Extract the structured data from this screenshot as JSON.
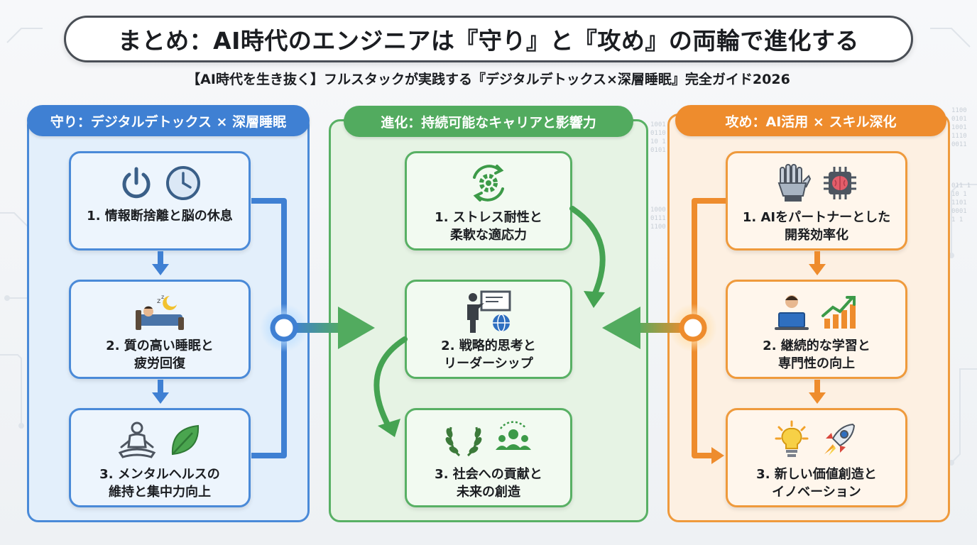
{
  "title": "まとめ：AI時代のエンジニアは『守り』と『攻め』の両輪で進化する",
  "subtitle": "【AI時代を生き抜く】フルスタックが実践する『デジタルデトックス×深層睡眠』完全ガイド2026",
  "background_binary": [
    "1100\n0101\n1001\n1110\n0011",
    "011 1\n10 1\n1101\n0001\n1 1",
    "1001\n0110\n10 1\n0101",
    "1000\n0111\n1100"
  ],
  "colors": {
    "protect": "#3f80d3",
    "evolve": "#52ab5f",
    "attack": "#ee8c2d",
    "title_border": "#4a4f56"
  },
  "columns": {
    "protect": {
      "header": "守り：デジタルデトックス × 深層睡眠",
      "cards": [
        {
          "icons": [
            "power-icon",
            "clock-icon"
          ],
          "line1": "1. 情報断捨離と脳の休息",
          "line2": ""
        },
        {
          "icons": [
            "sleeping-person-icon"
          ],
          "line1": "2. 質の高い睡眠と",
          "line2": "疲労回復"
        },
        {
          "icons": [
            "meditation-icon",
            "leaf-icon"
          ],
          "line1": "3. メンタルヘルスの",
          "line2": "維持と集中力向上"
        }
      ]
    },
    "evolve": {
      "header": "進化：持続可能なキャリアと影響力",
      "cards": [
        {
          "icons": [
            "gear-cycle-icon"
          ],
          "line1": "1. ストレス耐性と",
          "line2": "柔軟な適応力"
        },
        {
          "icons": [
            "presenter-globe-icon"
          ],
          "line1": "2. 戦略的思考と",
          "line2": "リーダーシップ"
        },
        {
          "icons": [
            "laurel-icon",
            "community-icon"
          ],
          "line1": "3. 社会への貢献と",
          "line2": "未来の創造"
        }
      ]
    },
    "attack": {
      "header": "攻め：AI活用 × スキル深化",
      "cards": [
        {
          "icons": [
            "robot-hand-icon",
            "ai-chip-icon"
          ],
          "line1": "1. AIをパートナーとした",
          "line2": "開発効率化"
        },
        {
          "icons": [
            "learner-laptop-icon",
            "growth-chart-icon"
          ],
          "line1": "2. 継続的な学習と",
          "line2": "専門性の向上"
        },
        {
          "icons": [
            "lightbulb-icon",
            "rocket-icon"
          ],
          "line1": "3. 新しい価値創造と",
          "line2": "イノベーション"
        }
      ]
    }
  }
}
